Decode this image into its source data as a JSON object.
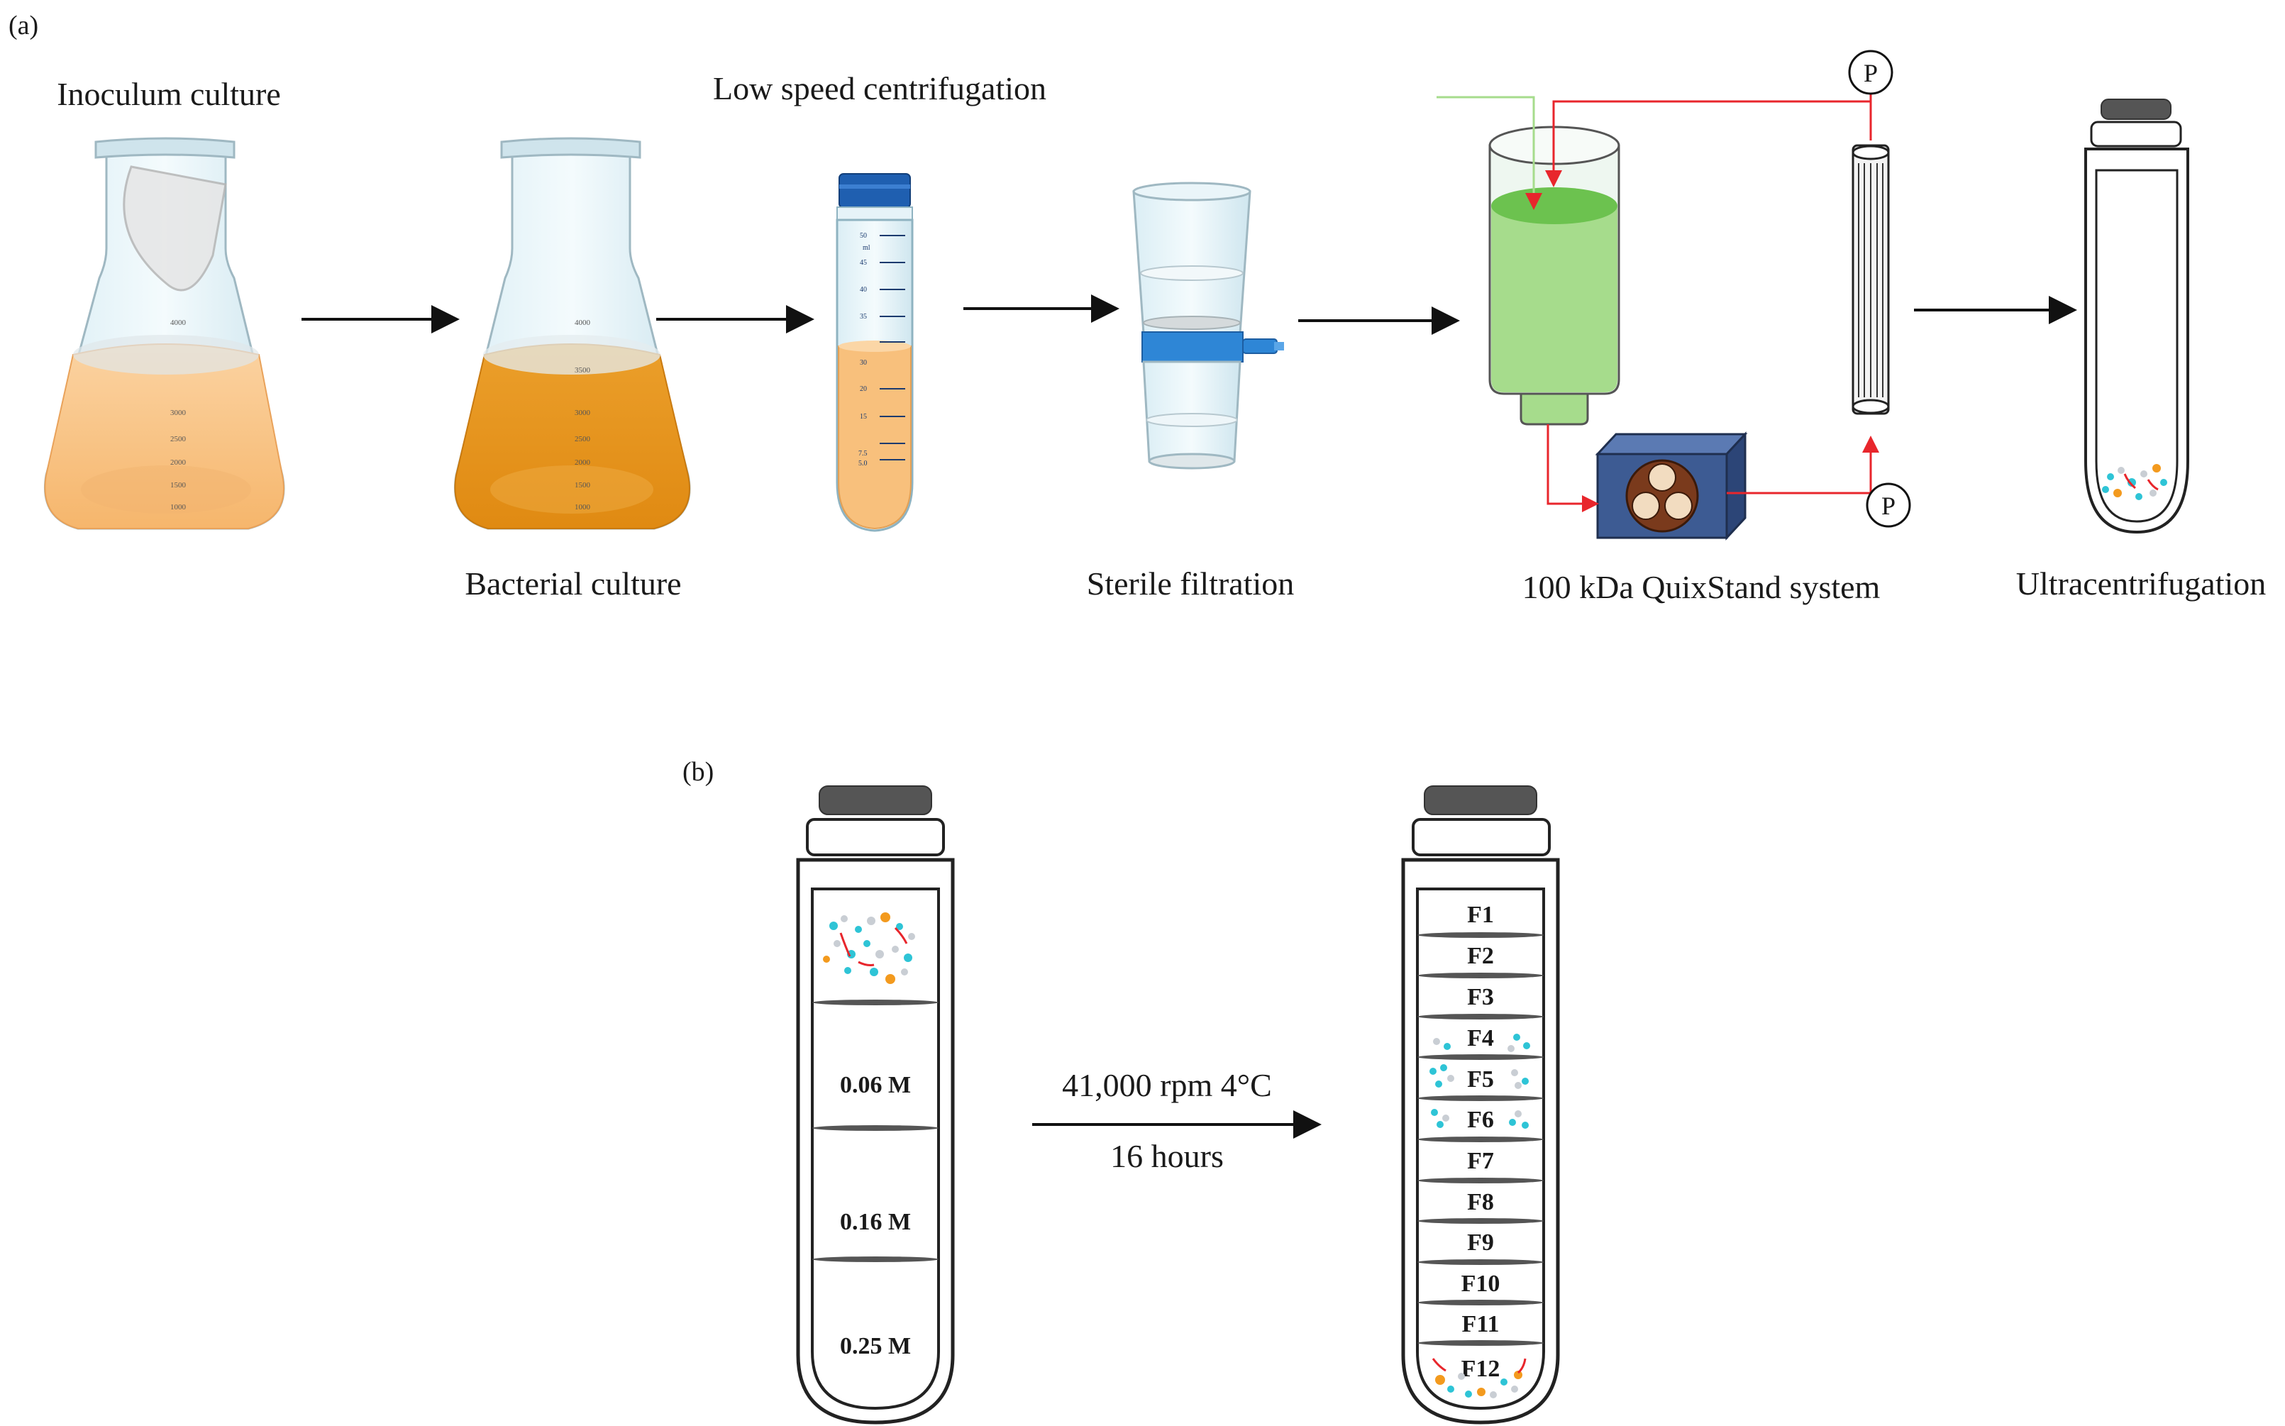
{
  "panel_a": {
    "label": "(a)",
    "steps": {
      "inoculum": "Inoculum culture",
      "bacterial": "Bacterial culture",
      "centrifuge": "Low speed centrifugation",
      "filtration": "Sterile filtration",
      "quixstand": "100 kDa QuixStand system",
      "ultra": "Ultracentrifugation"
    },
    "pump_label": "P",
    "flask_marks": [
      "4000",
      "3500",
      "3000",
      "2500",
      "2000",
      "1500",
      "1000"
    ],
    "tube_marks": [
      "50",
      "ml",
      "45",
      "40",
      "35",
      "30",
      "20",
      "15",
      "7.5",
      "5.0"
    ]
  },
  "panel_b": {
    "label": "(b)",
    "concentrations": [
      "0.06 M",
      "0.16 M",
      "0.25 M"
    ],
    "condition_top": "41,000 rpm  4°C",
    "condition_bottom": "16 hours",
    "fractions": [
      "F1",
      "F2",
      "F3",
      "F4",
      "F5",
      "F6",
      "F7",
      "F8",
      "F9",
      "F10",
      "F11",
      "F12"
    ]
  },
  "colors": {
    "culture_light": "#f9c58a",
    "culture_dark": "#e8961e",
    "filter_band": "#2e86d6",
    "reservoir_green": "#a6dc8c",
    "reservoir_dark_green": "#6cc24f",
    "pump_box": "#3d5b93",
    "flow_red": "#e8262c",
    "cyan_particle": "#2ec4d6",
    "orange_particle": "#f39a1e"
  }
}
